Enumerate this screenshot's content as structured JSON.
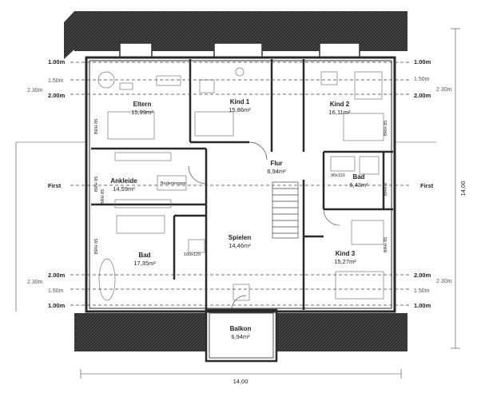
{
  "rooms": {
    "eltern": {
      "name": "Eltern",
      "area": "15,99m²"
    },
    "kind1": {
      "name": "Kind 1",
      "area": "15,86m²"
    },
    "kind2": {
      "name": "Kind 2",
      "area": "16,11m²"
    },
    "flur": {
      "name": "Flur",
      "area": "6,94m²"
    },
    "ankleide": {
      "name": "Ankleide",
      "area": "14,59m²"
    },
    "bad_r": {
      "name": "Bad",
      "area": "6,43m²"
    },
    "spielen": {
      "name": "Spielen",
      "area": "14,46m²"
    },
    "bad_l": {
      "name": "Bad",
      "area": "17,35m²"
    },
    "kind3": {
      "name": "Kind 3",
      "area": "15,27m²"
    },
    "balkon": {
      "name": "Balkon",
      "area": "6,94m²"
    }
  },
  "levels": {
    "l100": "1.00m",
    "l150": "1.50m",
    "l230": "2.30m",
    "l200": "2.00m",
    "first": "First"
  },
  "notes": {
    "brh85": "BRH 85",
    "brh0": "BRH 0",
    "shower_right": "90x110",
    "shower_left": "160x120",
    "bodentreppe": "Bodentreppe"
  },
  "dimensions": {
    "width": "14,00",
    "depth": "14,00"
  },
  "colors": {
    "roof": "#3a3a3a",
    "wall": "#2a2a2a",
    "line": "#555555"
  }
}
